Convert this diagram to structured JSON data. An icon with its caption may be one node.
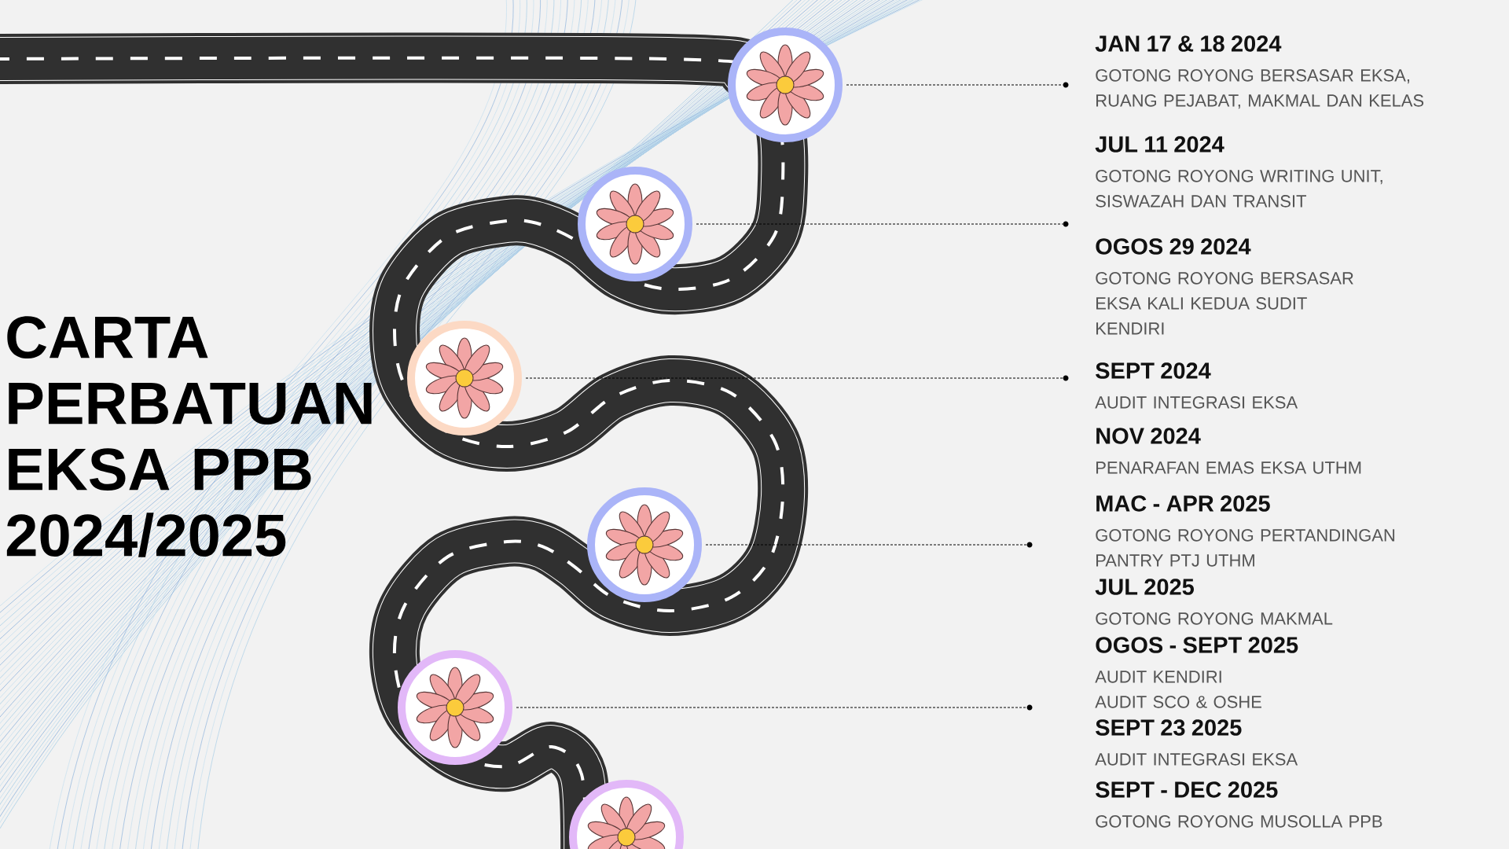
{
  "diagram": {
    "title": "CARTA PERBATUAN EKSA PPB 2024/2025",
    "nodes": [
      {
        "text": [],
        "shape": "picture"
      },
      {
        "text": [],
        "shape": "picture"
      },
      {
        "text": [],
        "shape": "picture"
      },
      {
        "text": [],
        "shape": "picture"
      },
      {
        "text": [],
        "shape": "picture"
      },
      {
        "text": [],
        "shape": "picture"
      },
      {
        "text": [
          "JAN 17 & 18 2024",
          "GOTONG ROYONG BERSASAR EKSA, RUANG PEJABAT, MAKMAL DAN KELAS"
        ]
      },
      {
        "text": [
          "JUL 11 2024",
          "GOTONG ROYONG WRITING UNIT, SISWAZAH DAN TRANSIT"
        ]
      },
      {
        "text": [
          "OGOS  29 2024",
          "GOTONG ROYONG BERSASAR EKSA KALI KEDUA SUDIT KENDIRI"
        ]
      },
      {
        "text": [
          "SEPT 2024",
          "AUDIT INTEGRASI EKSA"
        ]
      },
      {
        "text": [
          "NOV 2024",
          "PENARAFAN EMAS EKSA UTHM"
        ]
      },
      {
        "text": [
          "MAC - APR 2025",
          "GOTONG ROYONG PERTANDINGAN PANTRY PTJ UTHM"
        ]
      },
      {
        "text": [
          "JUL 2025",
          "GOTONG ROYONG MAKMAL"
        ]
      },
      {
        "text": [
          "OGOS - SEPT 2025",
          "AUDIT KENDIRI AUDIT SCO & OSHE"
        ]
      },
      {
        "text": [
          "SEPT 23 2025",
          "AUDIT INTEGRASI EKSA"
        ]
      },
      {
        "text": [
          "SEPT - DEC 2025",
          "GOTONG ROYONG MUSOLLA PPB"
        ]
      },
      {
        "text": [],
        "shape": "circle"
      },
      {
        "text": [],
        "shape": "circle"
      },
      {
        "text": [],
        "shape": "circle"
      },
      {
        "text": [],
        "shape": "circle"
      },
      {
        "text": [],
        "shape": "circle"
      }
    ],
    "edges": [
      {
        "from": 0,
        "to": 16,
        "arrow": "none"
      },
      {
        "from": 1,
        "to": 17,
        "arrow": "none"
      },
      {
        "from": 2,
        "to": 18,
        "arrow": "none"
      },
      {
        "from": 3,
        "to": 19,
        "arrow": "none"
      },
      {
        "from": 4,
        "to": 20,
        "arrow": "none"
      }
    ]
  }
}
